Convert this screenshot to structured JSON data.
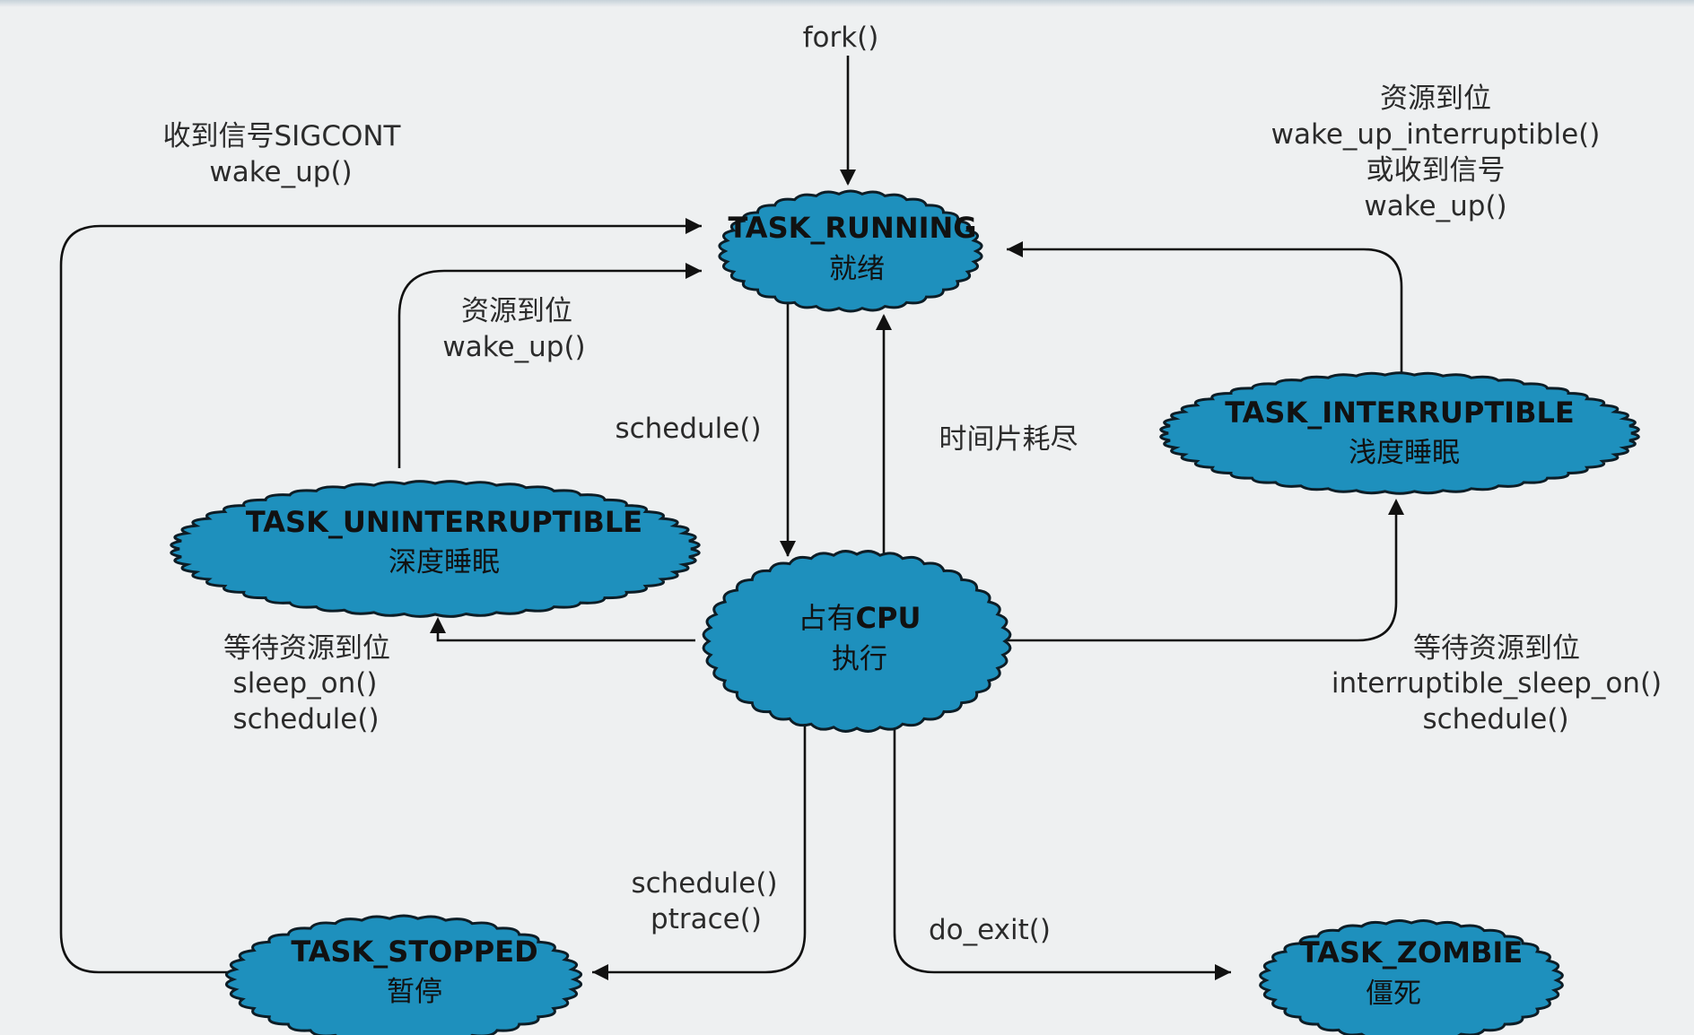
{
  "states": {
    "running": {
      "title": "TASK_RUNNING",
      "sub": "就绪"
    },
    "cpu": {
      "title": "CPU",
      "title_prefix": "占有",
      "sub": "执行"
    },
    "uninterruptible": {
      "title": "TASK_UNINTERRUPTIBLE",
      "sub": "深度睡眠"
    },
    "interruptible": {
      "title": "TASK_INTERRUPTIBLE",
      "sub": "浅度睡眠"
    },
    "stopped": {
      "title": "TASK_STOPPED",
      "sub": "暂停"
    },
    "zombie": {
      "title": "TASK_ZOMBIE",
      "sub": "僵死"
    }
  },
  "labels": {
    "fork": "fork()",
    "sigcont": [
      "收到信号SIGCONT",
      "wake_up()"
    ],
    "interruptible_wake": [
      "资源到位",
      "wake_up_interruptible()",
      "或收到信号",
      "wake_up()"
    ],
    "uninterruptible_wake": [
      "资源到位",
      "wake_up()"
    ],
    "schedule": "schedule()",
    "timeslice": "时间片耗尽",
    "wait_uninterruptible": [
      "等待资源到位",
      "sleep_on()",
      "schedule()"
    ],
    "wait_interruptible": [
      "等待资源到位",
      "interruptible_sleep_on()",
      "schedule()"
    ],
    "stop": [
      "schedule()",
      "ptrace()"
    ],
    "exit": "do_exit()"
  }
}
